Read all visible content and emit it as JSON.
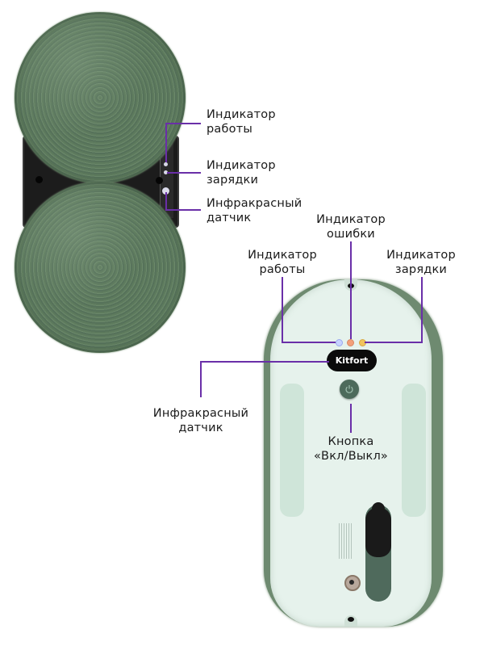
{
  "diagram": {
    "subject": "Kitfort window cleaning robot",
    "colors": {
      "leader_line": "#6a2fa8",
      "pad_green": "#607d62",
      "body_mint": "#e6f2ec",
      "body_panel": "#cfe5d9",
      "dark_frame": "#1c1c1c",
      "led_work": "#c8d4ff",
      "led_error": "#f3a07a",
      "led_charge": "#f2c45c",
      "power_button": "#4d6a5b"
    },
    "left_view": {
      "labels": [
        {
          "id": "work_indicator",
          "line1": "Индикатор",
          "line2": "работы"
        },
        {
          "id": "charge_indicator",
          "line1": "Индикатор",
          "line2": "зарядки"
        },
        {
          "id": "ir_sensor",
          "line1": "Инфракрасный",
          "line2": "датчик"
        }
      ]
    },
    "right_view": {
      "brand_badge": "Kitfort",
      "labels": [
        {
          "id": "error_indicator",
          "line1": "Индикатор",
          "line2": "ошибки"
        },
        {
          "id": "work_indicator",
          "line1": "Индикатор",
          "line2": "работы"
        },
        {
          "id": "charge_indicator",
          "line1": "Индикатор",
          "line2": "зарядки"
        },
        {
          "id": "ir_sensor",
          "line1": "Инфракрасный",
          "line2": "датчик"
        },
        {
          "id": "power_button",
          "line1": "Кнопка",
          "line2": "«Вкл/Выкл»"
        }
      ]
    }
  }
}
